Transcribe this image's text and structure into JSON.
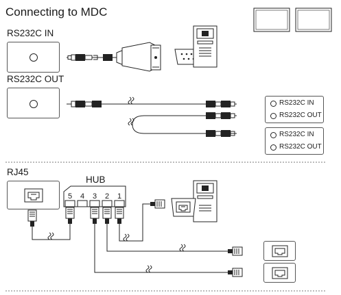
{
  "title": "Connecting to MDC",
  "sections": {
    "rs232c_in": "RS232C IN",
    "rs232c_out": "RS232C OUT",
    "rj45": "RJ45"
  },
  "hub": {
    "label": "HUB",
    "ports": [
      "5",
      "4",
      "3",
      "2",
      "1"
    ]
  },
  "port_options": [
    {
      "in_label": "RS232C IN",
      "out_label": "RS232C OUT"
    },
    {
      "in_label": "RS232C IN",
      "out_label": "RS232C OUT"
    }
  ]
}
